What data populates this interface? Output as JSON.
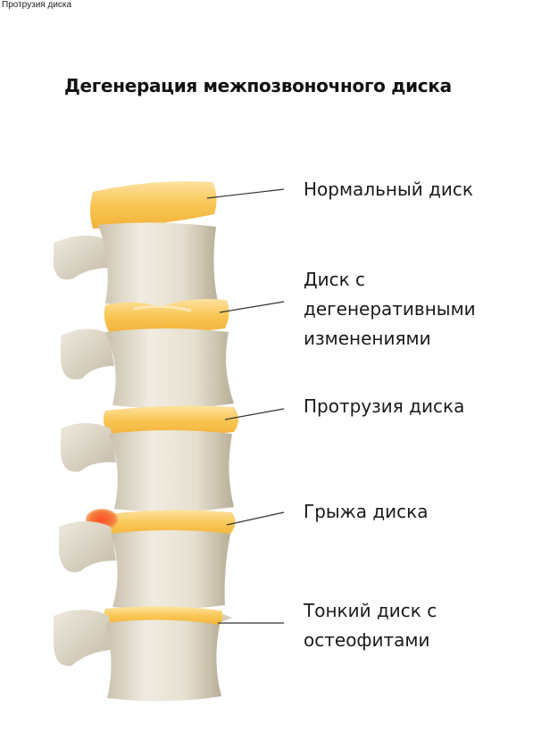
{
  "header": {
    "corner_text": "Протрузия диска",
    "title": "Дегенерация межпозвоночного диска"
  },
  "labels": [
    {
      "id": "normal",
      "lines": [
        "Нормальный диск"
      ]
    },
    {
      "id": "degenerative",
      "lines": [
        "Диск с",
        "дегенеративными",
        "изменениями"
      ]
    },
    {
      "id": "protrusion",
      "lines": [
        "Протрузия диска"
      ]
    },
    {
      "id": "hernia",
      "lines": [
        "Грыжа диска"
      ]
    },
    {
      "id": "thin",
      "lines": [
        "Тонкий диск с",
        "остеофитами"
      ]
    }
  ],
  "colors": {
    "disc": "#f7c24c",
    "disc_light": "#fde4a6",
    "hernia": "#f06a2a",
    "bone": "#e8e2d4",
    "bone_shadow": "#b9b09c",
    "leader": "#333333"
  }
}
